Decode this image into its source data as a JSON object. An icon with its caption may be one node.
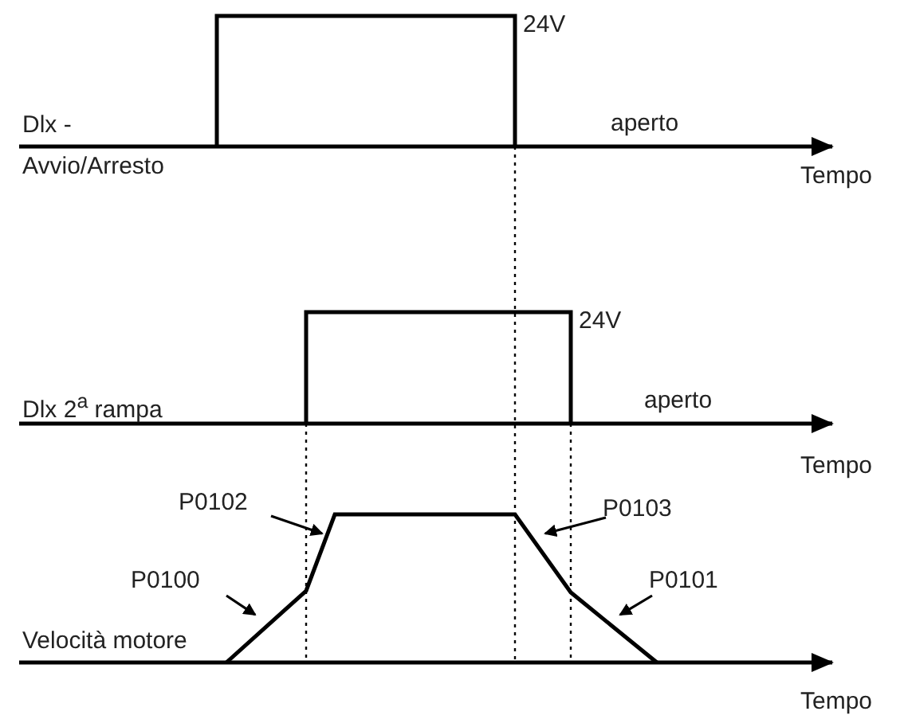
{
  "diagram": {
    "nodes": [
      {
        "text": [
          "P0102"
        ]
      },
      {
        "text": [
          "P0103"
        ]
      },
      {
        "text": [
          "P0100"
        ]
      },
      {
        "text": [
          "P0101"
        ]
      }
    ],
    "edges": [
      {
        "from": 0,
        "to": null,
        "arrow": "to"
      },
      {
        "from": 1,
        "to": null,
        "arrow": "to"
      },
      {
        "from": 2,
        "to": null,
        "arrow": "to"
      },
      {
        "from": 3,
        "to": null,
        "arrow": "to"
      }
    ],
    "labels": [
      "24V",
      "Dlx - Avvio/Arresto",
      "aperto",
      "Tempo",
      "24V",
      "Dlx 2$^{a}$ rampa",
      "aperto",
      "Tempo",
      "Velocità motore",
      "Tempo"
    ]
  }
}
